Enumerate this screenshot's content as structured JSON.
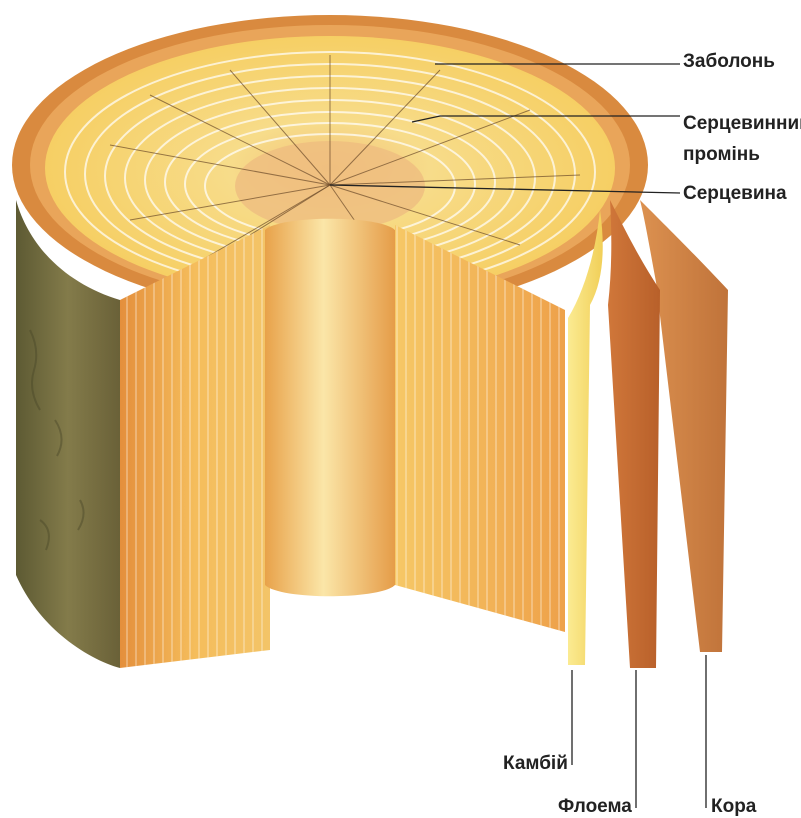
{
  "labels": {
    "sapwood": "Заболонь",
    "medullary_ray_line1": "Серцевинний",
    "medullary_ray_line2": "промінь",
    "pith": "Серцевина",
    "cambium": "Камбій",
    "phloem": "Флоема",
    "bark": "Кора"
  },
  "colors": {
    "bark_outer": "#6f6a3e",
    "bark_layer": "#d9893c",
    "phloem": "#c97432",
    "cambium": "#f6dd6e",
    "sapwood": "#f4c75a",
    "heartwood": "#eaa94a",
    "pith": "#f1c27a",
    "leader": "#222222"
  }
}
